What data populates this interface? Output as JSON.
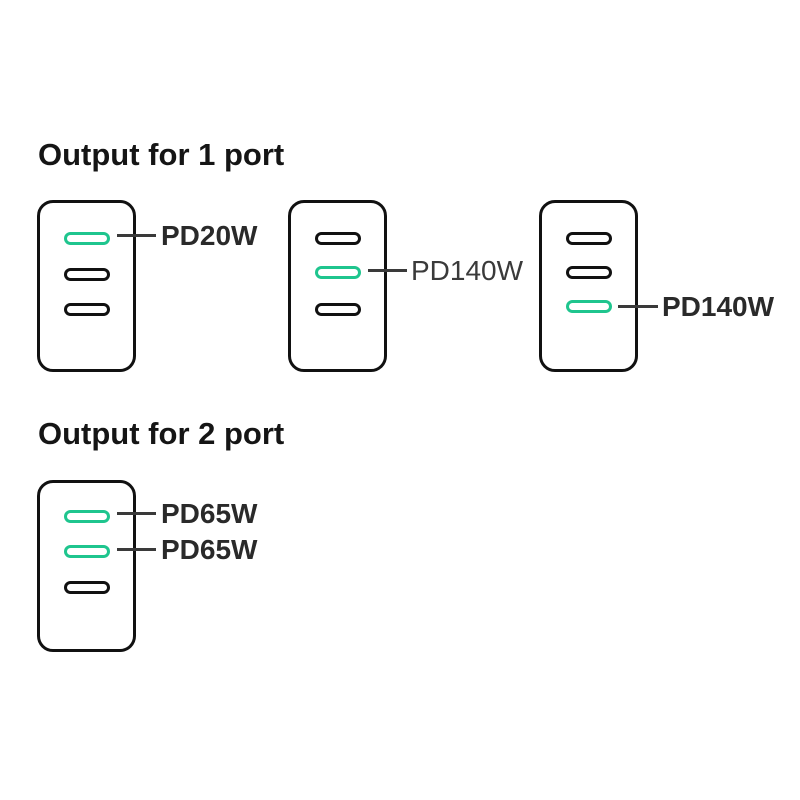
{
  "sections": [
    {
      "title": "Output for 1 port",
      "chargers": [
        {
          "ports": [
            "active",
            "inactive",
            "inactive"
          ],
          "labels": [
            "PD20W"
          ]
        },
        {
          "ports": [
            "inactive",
            "active",
            "inactive"
          ],
          "labels": [
            "PD140W"
          ]
        },
        {
          "ports": [
            "inactive",
            "inactive",
            "active"
          ],
          "labels": [
            "PD140W"
          ]
        }
      ]
    },
    {
      "title": "Output for 2 port",
      "chargers": [
        {
          "ports": [
            "active",
            "active",
            "inactive"
          ],
          "labels": [
            "PD65W",
            "PD65W"
          ]
        }
      ]
    }
  ],
  "colors": {
    "active_port": "#1fc58e",
    "inactive_port": "#111111",
    "text": "#151515"
  }
}
